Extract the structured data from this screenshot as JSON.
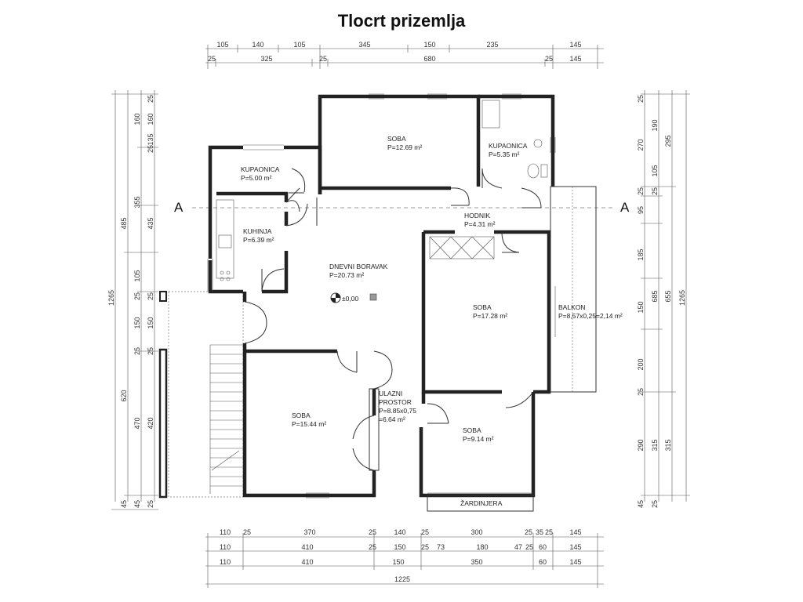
{
  "title": "Tlocrt prizemlja",
  "section_marker": "A",
  "level_mark": "±0,00",
  "rooms": [
    {
      "name": "KUPAONICA",
      "area": "P=5.00 m²"
    },
    {
      "name": "SOBA",
      "area": "P=12.69 m²"
    },
    {
      "name": "KUPAONICA",
      "area": "P=5.35 m²"
    },
    {
      "name": "KUHINJA",
      "area": "P=6.39 m²"
    },
    {
      "name": "HODNIK",
      "area": "P=4.31 m²"
    },
    {
      "name": "DNEVNI BORAVAK",
      "area": "P=20.73 m²"
    },
    {
      "name": "SOBA",
      "area": "P=17.28 m²"
    },
    {
      "name": "BALKON",
      "area": "P=8,57x0,25=2,14 m²"
    },
    {
      "name": "SOBA",
      "area": "P=15.44 m²"
    },
    {
      "name": "SOBA",
      "area": "P=9.14 m²"
    }
  ],
  "entry": {
    "line1": "ULAZNI",
    "line2": "PROSTOR",
    "line3": "P=8.85x0,75",
    "line4": "=6.64 m²"
  },
  "planter": "ŽARDINJERA",
  "dims": {
    "top_row1": [
      "105",
      "140",
      "105",
      "345",
      "150",
      "235",
      "145"
    ],
    "top_row2": [
      "25",
      "325",
      "25",
      "680",
      "25",
      "145"
    ],
    "left_col1": [
      "1265"
    ],
    "left_col2": [
      "485",
      "620",
      "45"
    ],
    "left_col3": [
      "160",
      "355",
      "105",
      "25",
      "150",
      "25",
      "470",
      "45"
    ],
    "left_col4": [
      "25",
      "160",
      "135",
      "25",
      "435",
      "25",
      "150",
      "25",
      "420",
      "25"
    ],
    "right_col1": [
      "25",
      "270",
      "25",
      "95",
      "185",
      "150",
      "200",
      "25",
      "290",
      "45"
    ],
    "right_col2": [
      "190",
      "105",
      "25",
      "685",
      "315",
      "25"
    ],
    "right_col3": [
      "295",
      "655",
      "315"
    ],
    "right_col4": [
      "1265"
    ],
    "bottom_row1": [
      "110",
      "25",
      "370",
      "25",
      "140",
      "25",
      "300",
      "25",
      "35",
      "25",
      "145"
    ],
    "bottom_row2": [
      "110",
      "410",
      "25",
      "150",
      "25",
      "73",
      "180",
      "47",
      "25",
      "60",
      "145"
    ],
    "bottom_row3": [
      "110",
      "410",
      "150",
      "350",
      "60",
      "145"
    ],
    "bottom_row4": [
      "1225"
    ]
  }
}
